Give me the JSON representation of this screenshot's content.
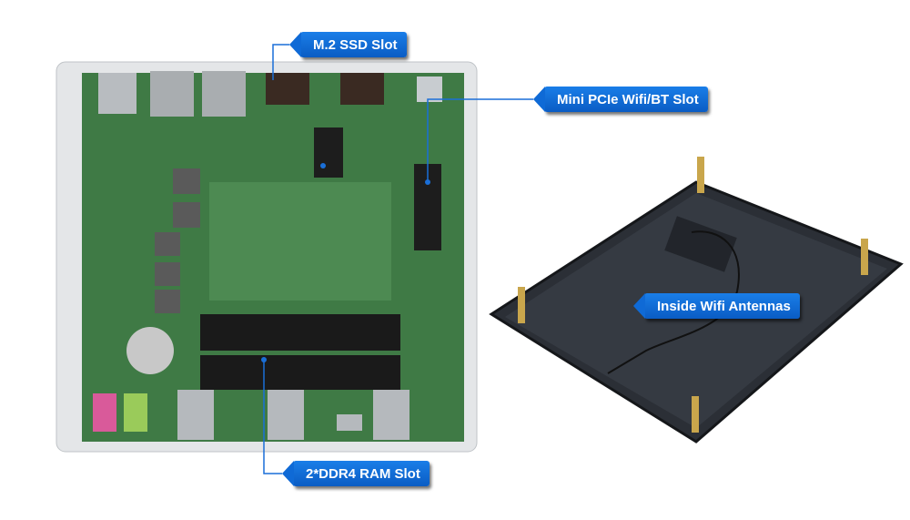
{
  "callouts": {
    "m2_ssd": "M.2 SSD Slot",
    "mini_pcie": "Mini PCIe Wifi/BT Slot",
    "antennas": "Inside Wifi Antennas",
    "ram": "2*DDR4 RAM Slot"
  },
  "colors": {
    "callout": "#0f6ad6",
    "board": "#3f7a45",
    "chassis": "#e4e6e8",
    "lid": "#2b2f36"
  }
}
